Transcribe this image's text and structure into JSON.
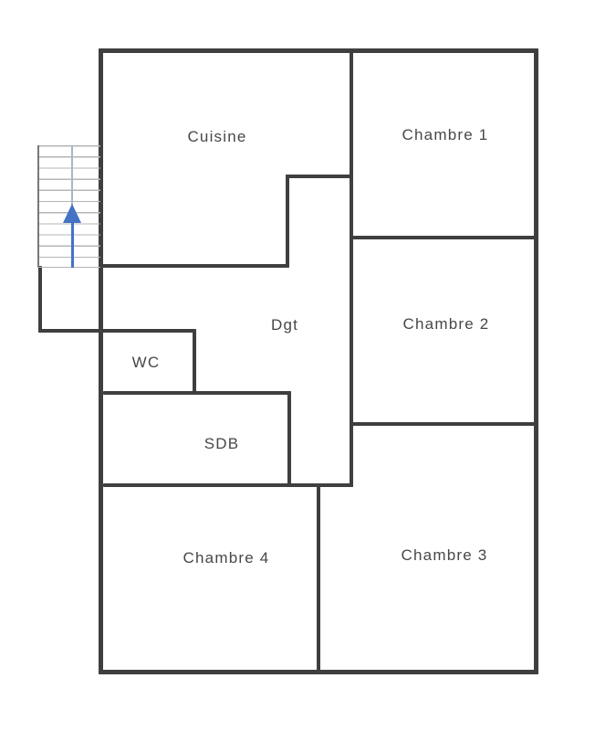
{
  "plan": {
    "type": "floor-plan",
    "rooms": [
      {
        "id": "cuisine",
        "label": "Cuisine"
      },
      {
        "id": "chambre-1",
        "label": "Chambre 1"
      },
      {
        "id": "chambre-2",
        "label": "Chambre 2"
      },
      {
        "id": "dgt",
        "label": "Dgt"
      },
      {
        "id": "wc",
        "label": "WC"
      },
      {
        "id": "sdb",
        "label": "SDB"
      },
      {
        "id": "chambre-4",
        "label": "Chambre 4"
      },
      {
        "id": "chambre-3",
        "label": "Chambre 3"
      }
    ],
    "stairs": {
      "icon": "up-arrow-icon",
      "direction": "up",
      "treads": 11
    }
  },
  "colors": {
    "wall": "#3f3f3f",
    "stair_lines": "#b5b5b5",
    "stair_edge": "#787878",
    "guide_line": "#aab6c6",
    "arrow": "#4472c4",
    "label_text": "#474747",
    "background": "#ffffff"
  }
}
